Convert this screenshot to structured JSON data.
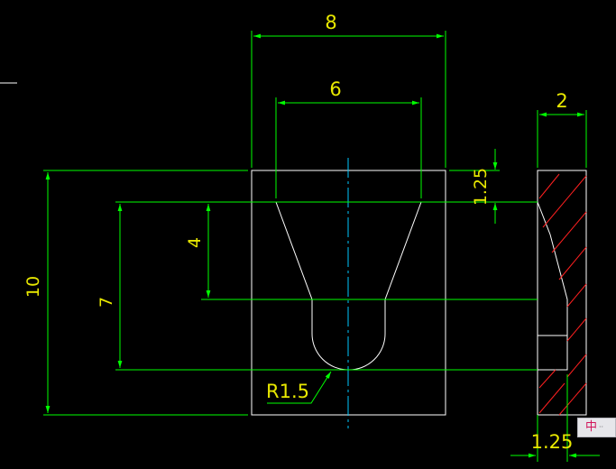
{
  "drawing": {
    "dimensions": {
      "top_width": "8",
      "inner_width": "6",
      "side_width": "2",
      "top_offset": "1.25",
      "taper_depth": "4",
      "slot_depth": "7",
      "total_height": "10",
      "radius": "R1.5",
      "bottom_offset": "1.25"
    },
    "colors": {
      "background": "#000000",
      "outline": "#ffffff",
      "dimension": "#00ff00",
      "text": "#e8e800",
      "centerline": "#00c8ff",
      "hatch": "#ff2020"
    }
  },
  "ime_toolbar": {
    "icon": "input-method-icon",
    "logo_glyph": "中",
    "dots": "··"
  }
}
